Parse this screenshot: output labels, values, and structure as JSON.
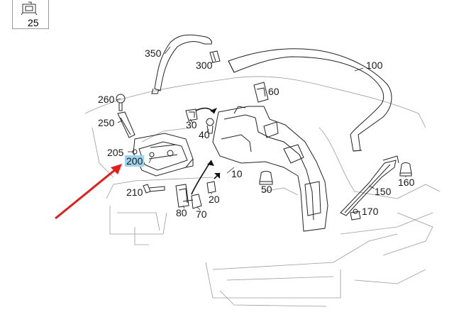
{
  "diagram": {
    "labels": [
      {
        "id": "25",
        "text": "25",
        "highlight": false
      },
      {
        "id": "350",
        "text": "350",
        "highlight": false
      },
      {
        "id": "300",
        "text": "300",
        "highlight": false
      },
      {
        "id": "100",
        "text": "100",
        "highlight": false
      },
      {
        "id": "260",
        "text": "260",
        "highlight": false
      },
      {
        "id": "60",
        "text": "60",
        "highlight": false
      },
      {
        "id": "250",
        "text": "250",
        "highlight": false
      },
      {
        "id": "30",
        "text": "30",
        "highlight": false
      },
      {
        "id": "40",
        "text": "40",
        "highlight": false
      },
      {
        "id": "205",
        "text": "205",
        "highlight": false
      },
      {
        "id": "200",
        "text": "200",
        "highlight": true
      },
      {
        "id": "10",
        "text": "10",
        "highlight": false
      },
      {
        "id": "50",
        "text": "50",
        "highlight": false
      },
      {
        "id": "160",
        "text": "160",
        "highlight": false
      },
      {
        "id": "210",
        "text": "210",
        "highlight": false
      },
      {
        "id": "150",
        "text": "150",
        "highlight": false
      },
      {
        "id": "20",
        "text": "20",
        "highlight": false
      },
      {
        "id": "80",
        "text": "80",
        "highlight": false
      },
      {
        "id": "70",
        "text": "70",
        "highlight": false
      },
      {
        "id": "170",
        "text": "170",
        "highlight": false
      }
    ],
    "colors": {
      "line": "#222222",
      "faint_line": "#9a9a9a",
      "highlight": "#9fd3ee",
      "arrow": "#e0201b"
    }
  }
}
